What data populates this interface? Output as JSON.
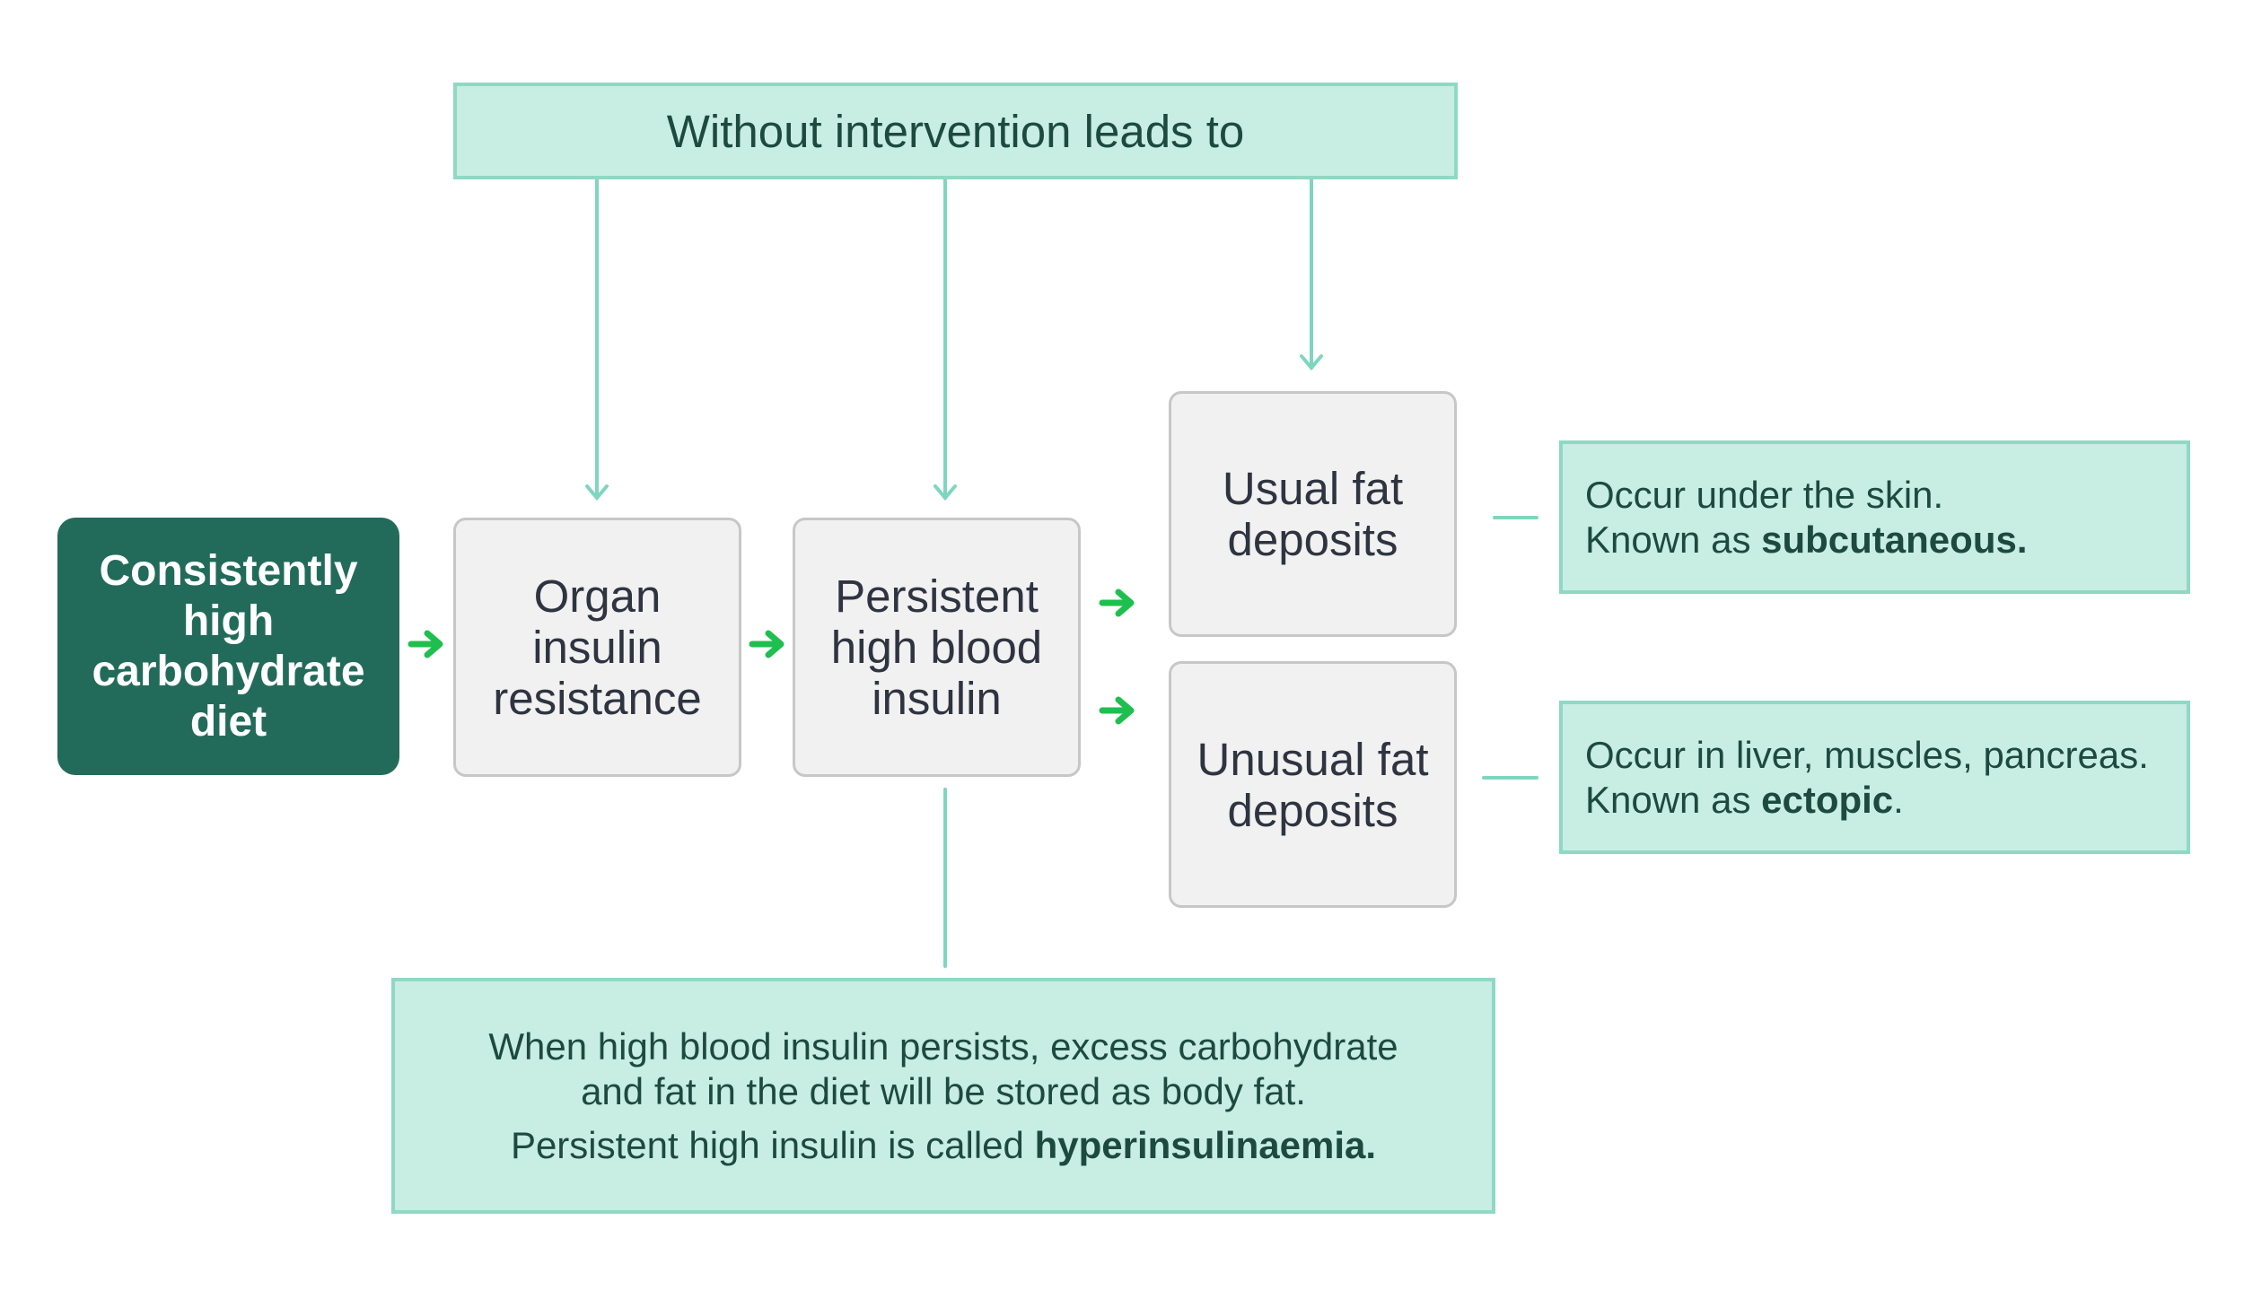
{
  "top_box": {
    "label": "Without intervention leads to"
  },
  "start_box": {
    "lines": [
      "Consistently",
      "high",
      "carbohydrate",
      "diet"
    ]
  },
  "organ_box": {
    "lines": [
      "Organ",
      "insulin",
      "resistance"
    ]
  },
  "persistent_box": {
    "lines": [
      "Persistent",
      "high blood",
      "insulin"
    ]
  },
  "usual_box": {
    "lines": [
      "Usual fat",
      "deposits"
    ]
  },
  "unusual_box": {
    "lines": [
      "Unusual fat",
      "deposits"
    ]
  },
  "usual_note": {
    "line1": "Occur under the skin.",
    "line2_prefix": "Known as ",
    "line2_bold": "subcutaneous."
  },
  "unusual_note": {
    "line1": "Occur in liver, muscles, pancreas.",
    "line2_prefix": "Known as ",
    "line2_bold": "ectopic",
    "line2_suffix": "."
  },
  "bottom_note": {
    "line1": "When high blood insulin persists, excess carbohydrate",
    "line2": "and fat in the diet will be stored as body fat.",
    "line3_prefix": "Persistent high insulin is called ",
    "line3_bold": "hyperinsulinaemia."
  },
  "colors": {
    "teal_fill": "#c8ede3",
    "teal_border": "#8fd9c3",
    "dark_green": "#226b5a",
    "arrow_green": "#1fbf4f",
    "connector": "#7fd6bf"
  }
}
